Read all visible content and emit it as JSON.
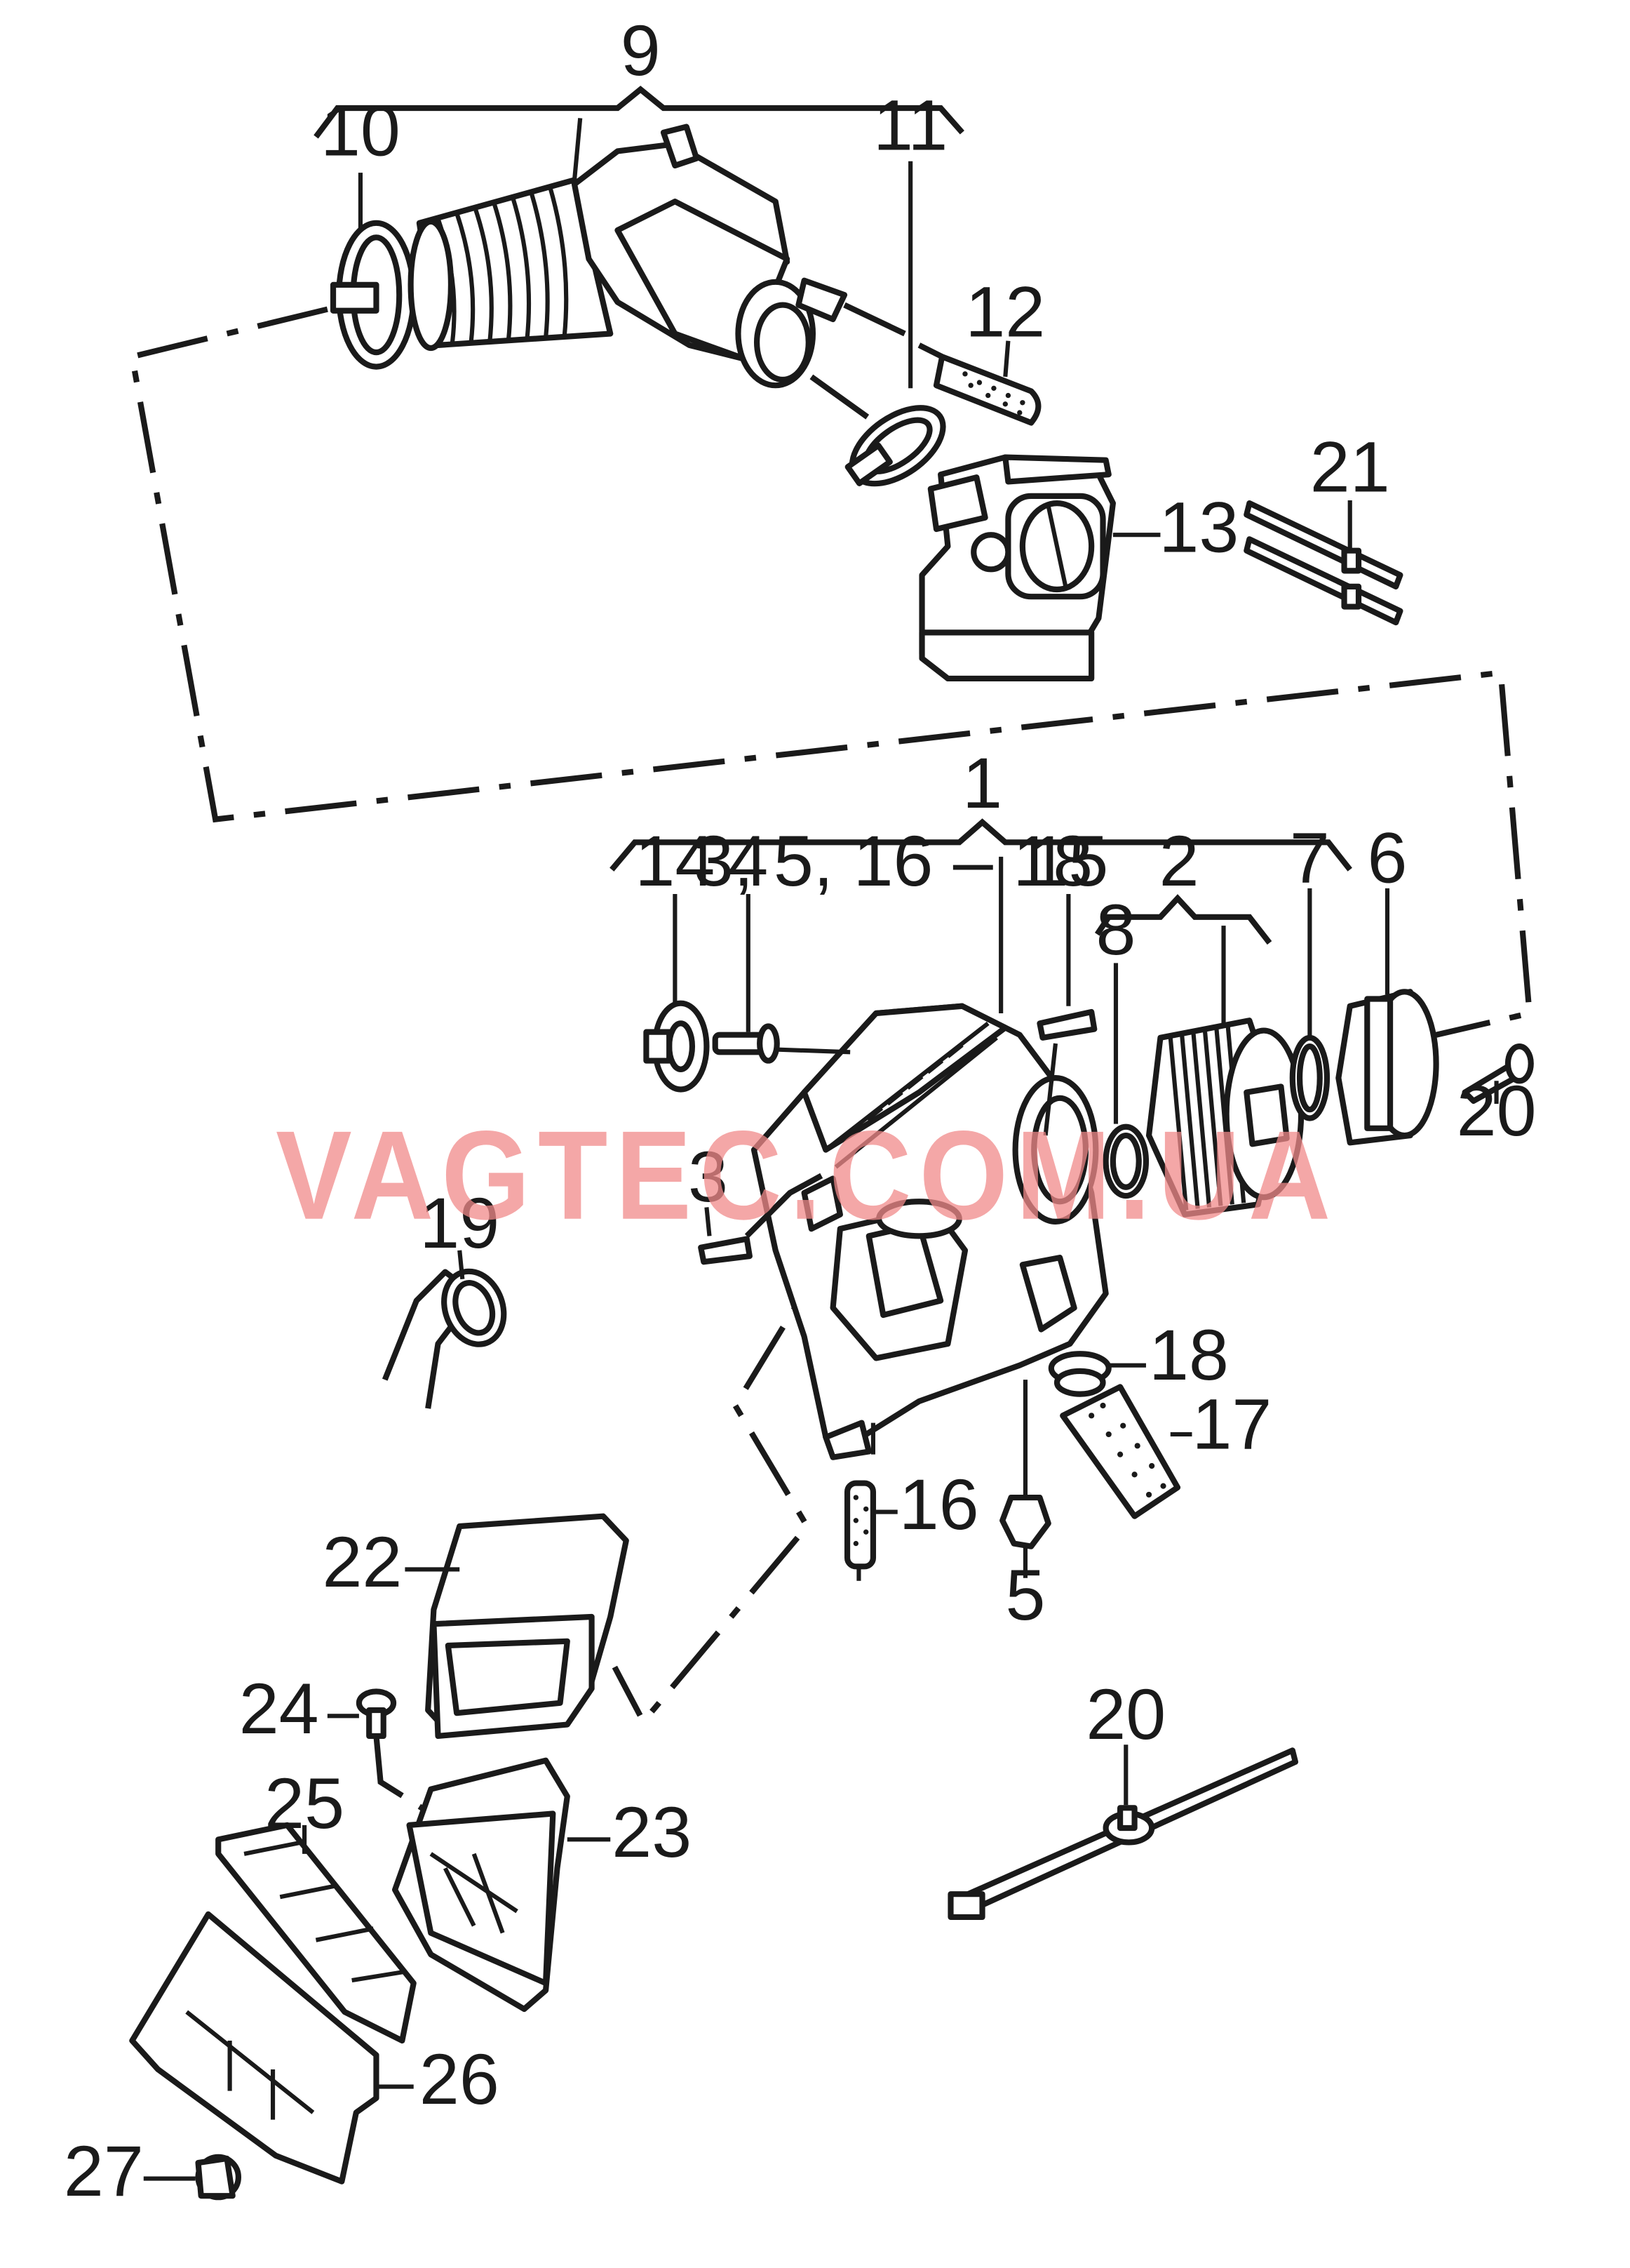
{
  "watermark": "VAGTEC.COM.UA",
  "callouts": {
    "c1": "1",
    "c2": "2",
    "c3": "3",
    "c3_5_16_18": "3, 5, 16 – 18",
    "c4": "4",
    "c5": "5",
    "c6": "6",
    "c7": "7",
    "c8": "8",
    "c9": "9",
    "c10": "10",
    "c11": "11",
    "c12": "12",
    "c13": "13",
    "c14": "14",
    "c15": "15",
    "c16": "16",
    "c17": "17",
    "c18": "18",
    "c19": "19",
    "c20a": "20",
    "c20b": "20",
    "c21": "21",
    "c22": "22",
    "c23": "23",
    "c24": "24",
    "c25": "25",
    "c26": "26",
    "c27": "27"
  },
  "colors": {
    "watermark": "#f08a8a",
    "ink": "#1a1a1a"
  }
}
